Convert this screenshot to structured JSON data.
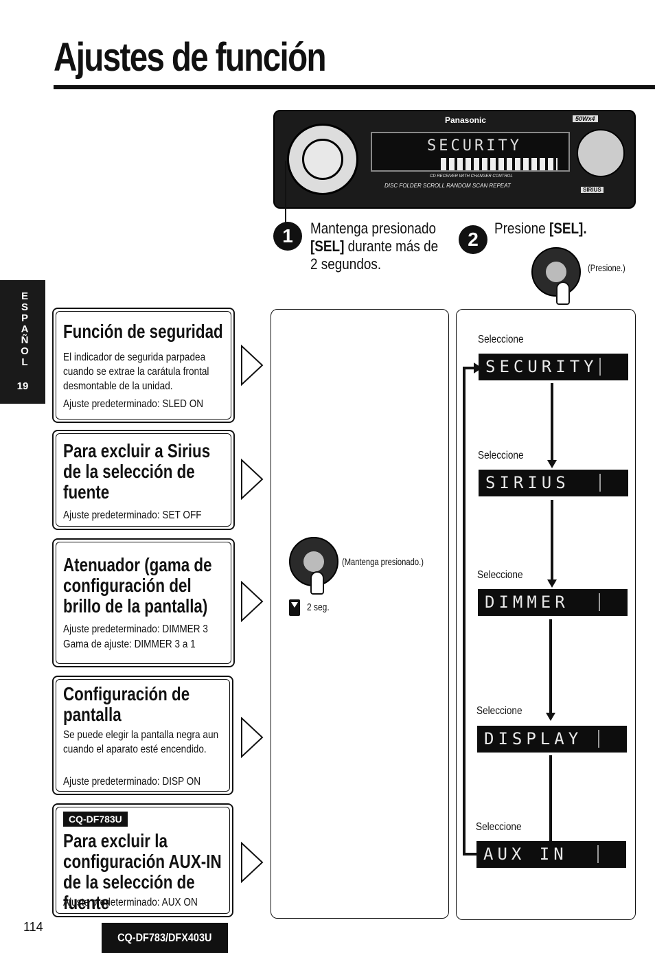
{
  "page": {
    "title": "Ajustes de función",
    "page_number": "114",
    "footer_model": "CQ-DF783/DFX403U"
  },
  "side_tab": {
    "letters": [
      "E",
      "S",
      "P",
      "A",
      "Ñ",
      "O",
      "L"
    ],
    "number": "19"
  },
  "radio": {
    "brand": "Panasonic",
    "display_text": "SECURITY",
    "subtitle": "CD RECEIVER WITH CHANGER CONTROL",
    "buttons_row": "DISC FOLDER   SCROLL   RANDOM   SCAN   REPEAT",
    "power_label": "50Wx4",
    "sirius_label": "SIRIUS"
  },
  "steps": {
    "step1_number": "1",
    "step1_text_line1": "Mantenga presionado",
    "step1_sel": "[SEL]",
    "step1_text_line2": " durante más de",
    "step1_text_line3": "2 segundos.",
    "step2_number": "2",
    "step2_text": "Presione ",
    "step2_sel": "[SEL].",
    "press_label": "(Presione.)"
  },
  "boxes": [
    {
      "title": "Función de seguridad",
      "body": "El indicador de segurida parpadea cuando se extrae la carátula frontal desmontable de la unidad.",
      "default": "Ajuste predeterminado: SLED ON"
    },
    {
      "title": "Para excluir a Sirius de la selección de fuente",
      "body": "",
      "default": "Ajuste predeterminado: SET OFF"
    },
    {
      "title": "Atenuador (gama de configuración del brillo de la pantalla)",
      "body": "",
      "default": "Ajuste predeterminado: DIMMER 3",
      "range": "Gama de ajuste: DIMMER 3 a 1"
    },
    {
      "title": "Configuración de pantalla",
      "body": "Se puede elegir la pantalla negra aun cuando el aparato esté encendido.",
      "default": "Ajuste predeterminado: DISP ON"
    },
    {
      "model_tag": "CQ-DF783U",
      "title": "Para excluir la configuración AUX-IN de la selección de fuente",
      "body": "",
      "default": "Ajuste predeterminado: AUX ON"
    }
  ],
  "middle": {
    "hold_label": "(Mantenga presionado.)",
    "timer_label": "2 seg."
  },
  "right": {
    "select_label": "Seleccione",
    "displays": [
      "SECURITY",
      "SIRIUS",
      "DIMMER",
      "DISPLAY",
      "AUX IN"
    ]
  }
}
